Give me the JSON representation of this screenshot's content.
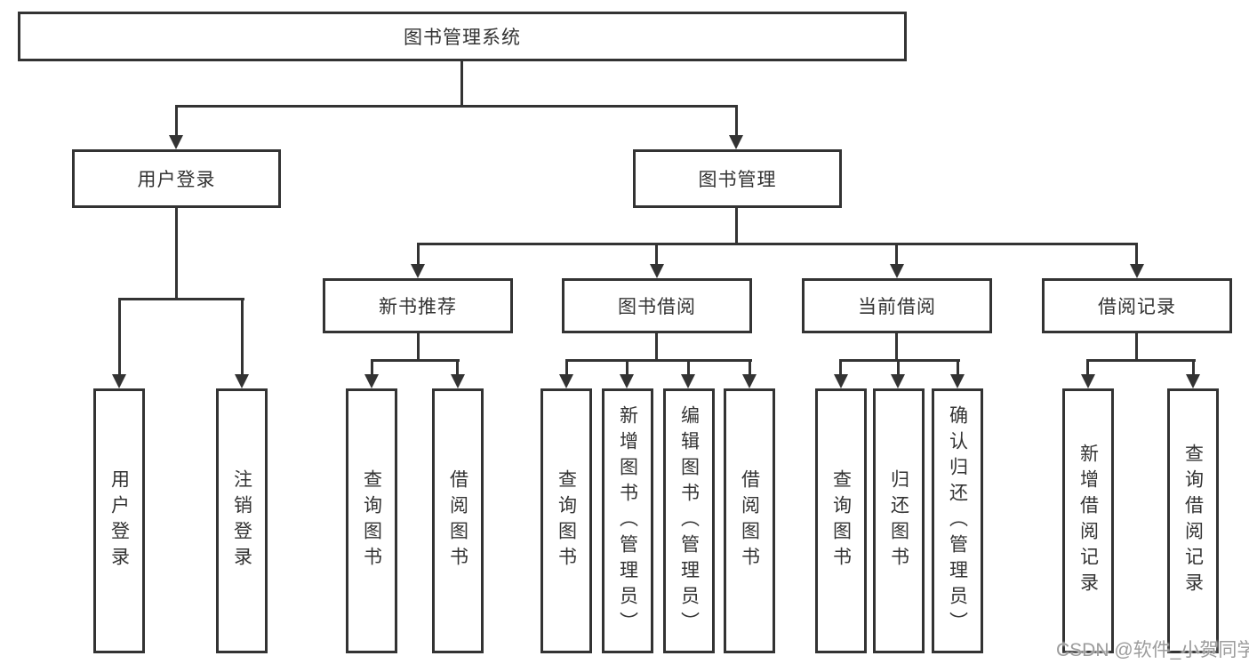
{
  "tree": {
    "label": "图书管理系统",
    "children": [
      {
        "label": "用户登录",
        "children": [
          {
            "label": "用户登录"
          },
          {
            "label": "注销登录"
          }
        ]
      },
      {
        "label": "图书管理",
        "children": [
          {
            "label": "新书推荐",
            "children": [
              {
                "label": "查询图书"
              },
              {
                "label": "借阅图书"
              }
            ]
          },
          {
            "label": "图书借阅",
            "children": [
              {
                "label": "查询图书"
              },
              {
                "label": "新增图书（管理员）"
              },
              {
                "label": "编辑图书（管理员）"
              },
              {
                "label": "借阅图书"
              }
            ]
          },
          {
            "label": "当前借阅",
            "children": [
              {
                "label": "查询图书"
              },
              {
                "label": "归还图书"
              },
              {
                "label": "确认归还（管理员）"
              }
            ]
          },
          {
            "label": "借阅记录",
            "children": [
              {
                "label": "新增借阅记录"
              },
              {
                "label": "查询借阅记录"
              }
            ]
          }
        ]
      }
    ]
  },
  "watermark": "CSDN @软件_小贺同学",
  "colors": {
    "line": "#333333",
    "text": "#333333",
    "background": "#ffffff",
    "watermark": "#9c9c9c"
  }
}
